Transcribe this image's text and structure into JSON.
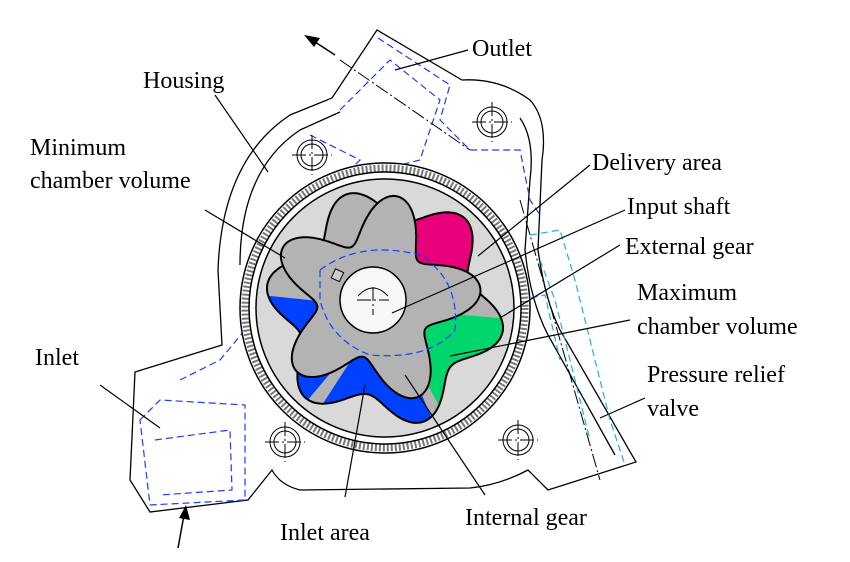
{
  "labels": {
    "outlet": "Outlet",
    "housing": "Housing",
    "min_chamber_1": "Minimum",
    "min_chamber_2": "chamber volume",
    "delivery_area": "Delivery area",
    "input_shaft": "Input shaft",
    "external_gear": "External gear",
    "max_chamber_1": "Maximum",
    "max_chamber_2": "chamber volume",
    "inlet": "Inlet",
    "relief_1": "Pressure relief",
    "relief_2": "valve",
    "inlet_area": "Inlet area",
    "internal_gear": "Internal gear"
  },
  "colors": {
    "delivery_chamber": "#e8007a",
    "max_chamber": "#00d66b",
    "inlet_chamber": "#0040ff",
    "internal_gear": "#b3b3b3",
    "external_gear": "#d9d9d9",
    "hidden_lines": "#1a3cff",
    "relief_hidden_lines": "#19b4e6"
  }
}
